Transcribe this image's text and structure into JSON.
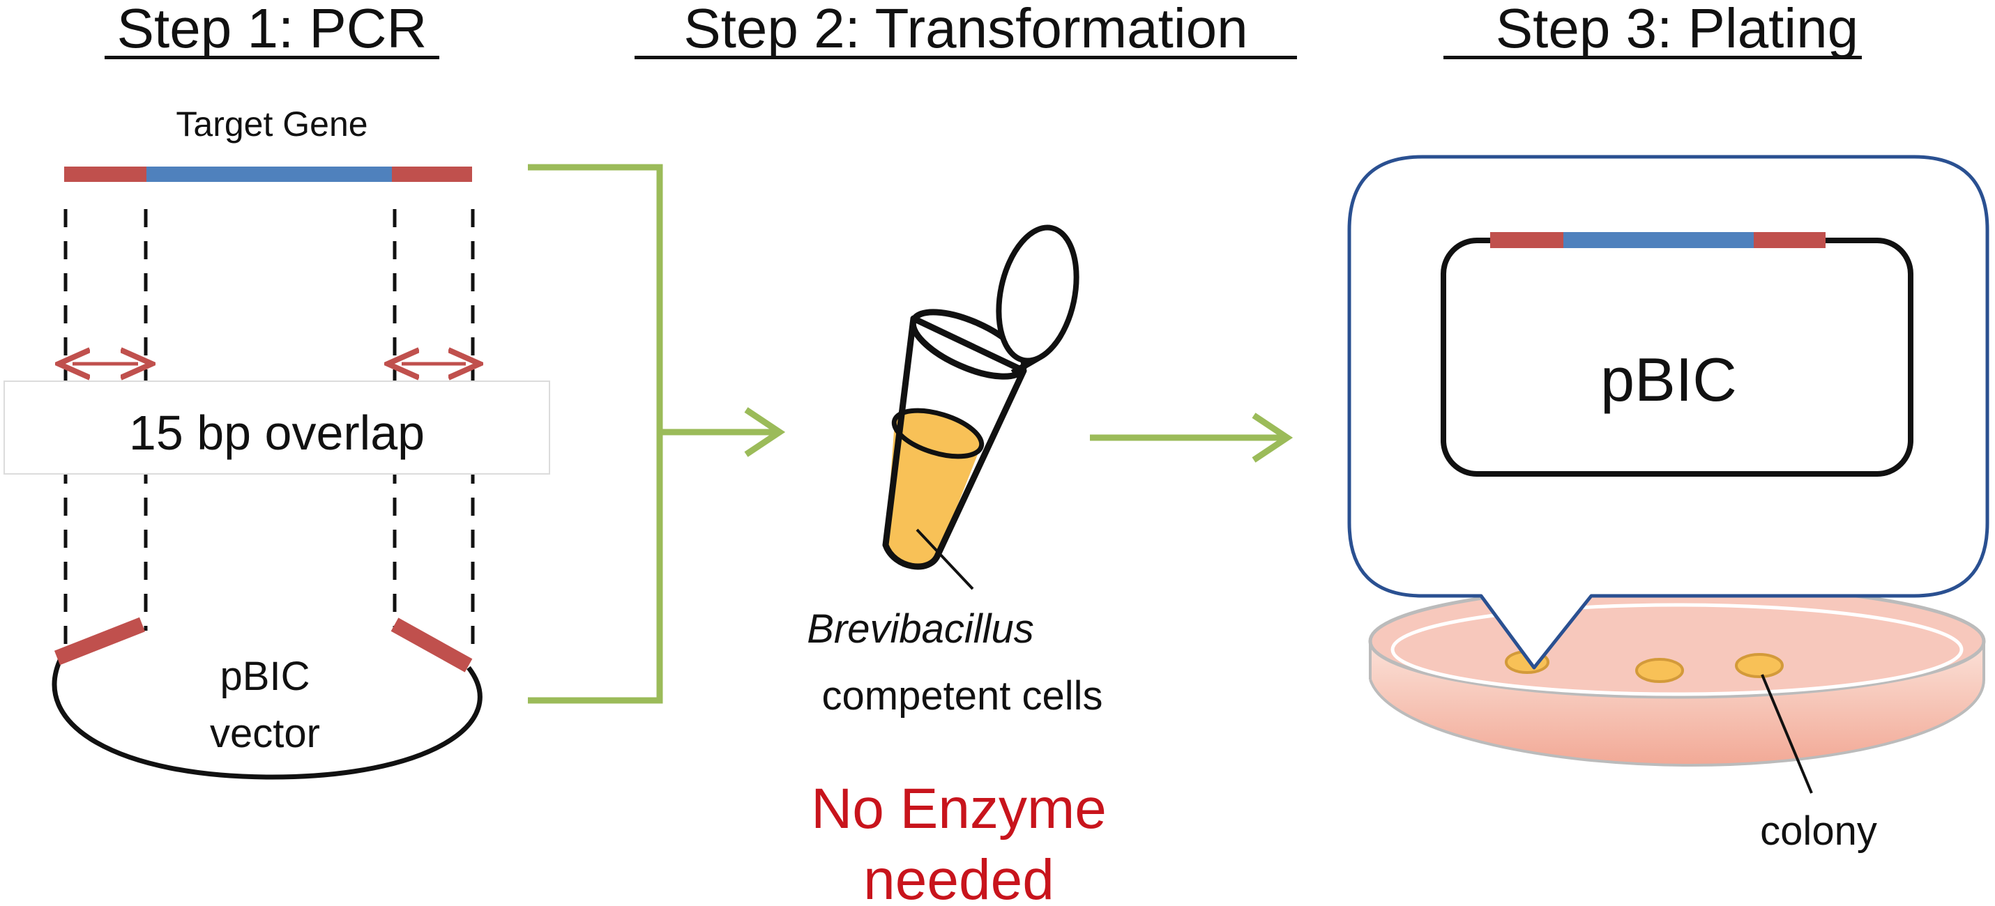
{
  "steps": {
    "step1_title": "Step 1: PCR",
    "step2_title": "Step 2: Transformation",
    "step3_title": "Step 3: Plating"
  },
  "step1": {
    "target_gene_label": "Target Gene",
    "overlap_label": "15 bp overlap",
    "vector_label_line1": "pBIC",
    "vector_label_line2": "vector"
  },
  "step2": {
    "cells_label_line1": "Brevibacillus",
    "cells_label_line2": "competent cells",
    "no_enzyme_line1": "No Enzyme",
    "no_enzyme_line2": "needed"
  },
  "step3": {
    "plasmid_label": "pBIC",
    "colony_label": "colony"
  },
  "colors": {
    "overlap_red": "#c0504d",
    "gene_blue": "#4f81bd",
    "arrow_green": "#9bbb59",
    "tube_fill": "#f8c157",
    "callout_border": "#2a5091",
    "dish_pink": "#f7c8bc",
    "emphasis_red": "#c8141c"
  }
}
